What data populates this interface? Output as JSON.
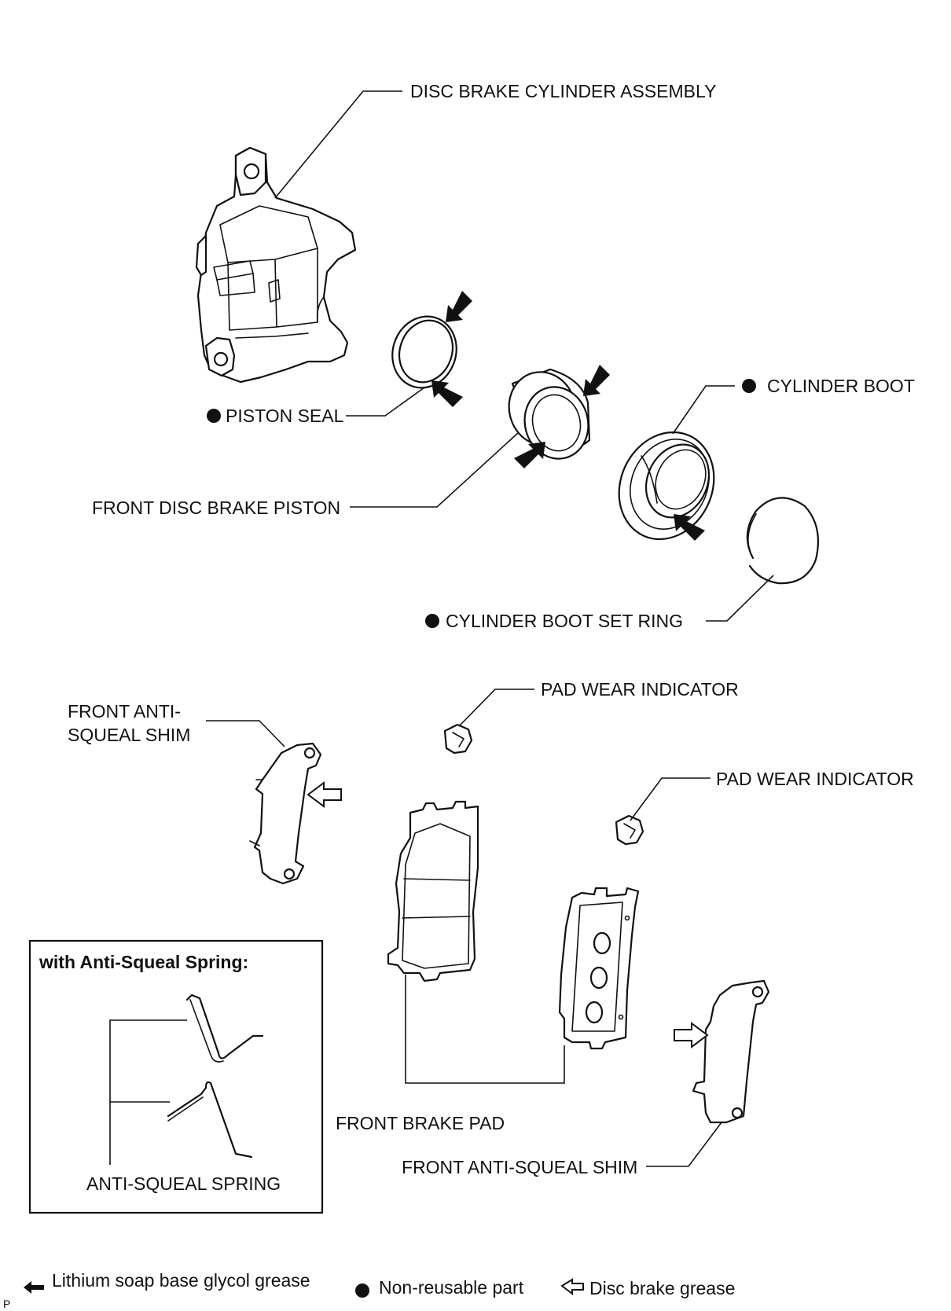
{
  "labels": {
    "disc_brake_cylinder_assembly": "DISC BRAKE CYLINDER ASSEMBLY",
    "piston_seal": "PISTON SEAL",
    "cylinder_boot": "CYLINDER BOOT",
    "front_disc_brake_piston": "FRONT DISC BRAKE PISTON",
    "cylinder_boot_set_ring": "CYLINDER BOOT SET RING",
    "pad_wear_indicator_1": "PAD WEAR INDICATOR",
    "pad_wear_indicator_2": "PAD WEAR INDICATOR",
    "front_anti_squeal_shim_1_line1": "FRONT ANTI-",
    "front_anti_squeal_shim_1_line2": "SQUEAL SHIM",
    "front_brake_pad": "FRONT BRAKE PAD",
    "front_anti_squeal_shim_2": "FRONT ANTI-SQUEAL SHIM",
    "anti_squeal_spring": "ANTI-SQUEAL SPRING"
  },
  "inset": {
    "title": "with Anti-Squeal Spring:"
  },
  "legend": {
    "lithium_grease": "Lithium soap base glycol grease",
    "non_reusable": "Non-reusable part",
    "disc_brake_grease": "Disc brake grease"
  },
  "corner_mark": "P"
}
